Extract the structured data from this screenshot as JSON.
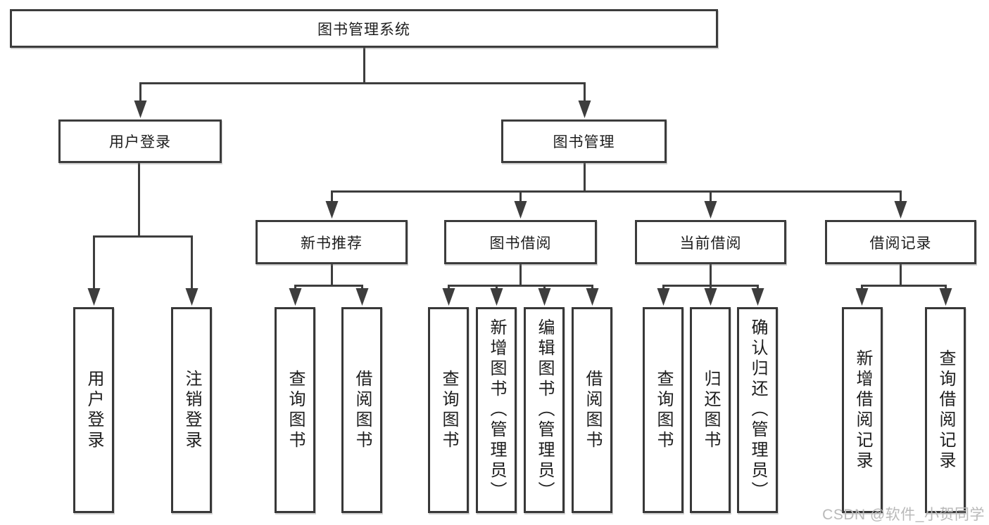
{
  "tree": {
    "root": {
      "label": "图书管理系统"
    },
    "branches": [
      {
        "label": "用户登录",
        "children": [
          {
            "label": "用户登录"
          },
          {
            "label": "注销登录"
          }
        ]
      },
      {
        "label": "图书管理",
        "children": [
          {
            "label": "新书推荐",
            "children": [
              {
                "label": "查询图书"
              },
              {
                "label": "借阅图书"
              }
            ]
          },
          {
            "label": "图书借阅",
            "children": [
              {
                "label": "查询图书"
              },
              {
                "label": "新增图书（管理员）"
              },
              {
                "label": "编辑图书（管理员）"
              },
              {
                "label": "借阅图书"
              }
            ]
          },
          {
            "label": "当前借阅",
            "children": [
              {
                "label": "查询图书"
              },
              {
                "label": "归还图书"
              },
              {
                "label": "确认归还（管理员）"
              }
            ]
          },
          {
            "label": "借阅记录",
            "children": [
              {
                "label": "新增借阅记录"
              },
              {
                "label": "查询借阅记录"
              }
            ]
          }
        ]
      }
    ]
  },
  "watermark": "CSDN @软件_小贺同学",
  "colors": {
    "line": "#3d3d3d",
    "text": "#1d1d1d",
    "watermark": "#b9b9b9",
    "background": "#ffffff"
  }
}
